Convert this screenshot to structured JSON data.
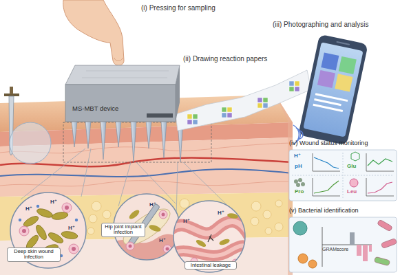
{
  "diagram": {
    "nodes": [
      {
        "text": [
          "MS-MBT device"
        ]
      },
      {
        "text": [
          "Deep skin wound infection",
          "H⁺",
          "H⁺",
          "H⁺"
        ]
      },
      {
        "text": [
          "Hip joint implant infection",
          "H⁺",
          "H⁺"
        ]
      },
      {
        "text": [
          "Intestinal leakage",
          "H⁺",
          "H⁺"
        ]
      },
      {
        "text": [
          "(iv) Wound status monitoring",
          "H⁺",
          "pH",
          "Glu",
          "Pro",
          "Leu"
        ]
      },
      {
        "text": [
          "(v) Bacterial identification",
          "GRAMscore"
        ]
      }
    ],
    "labels": [
      "(i) Pressing for sampling",
      "(ii) Drawing reaction papers",
      "(iii) Photographing and analysis"
    ]
  }
}
